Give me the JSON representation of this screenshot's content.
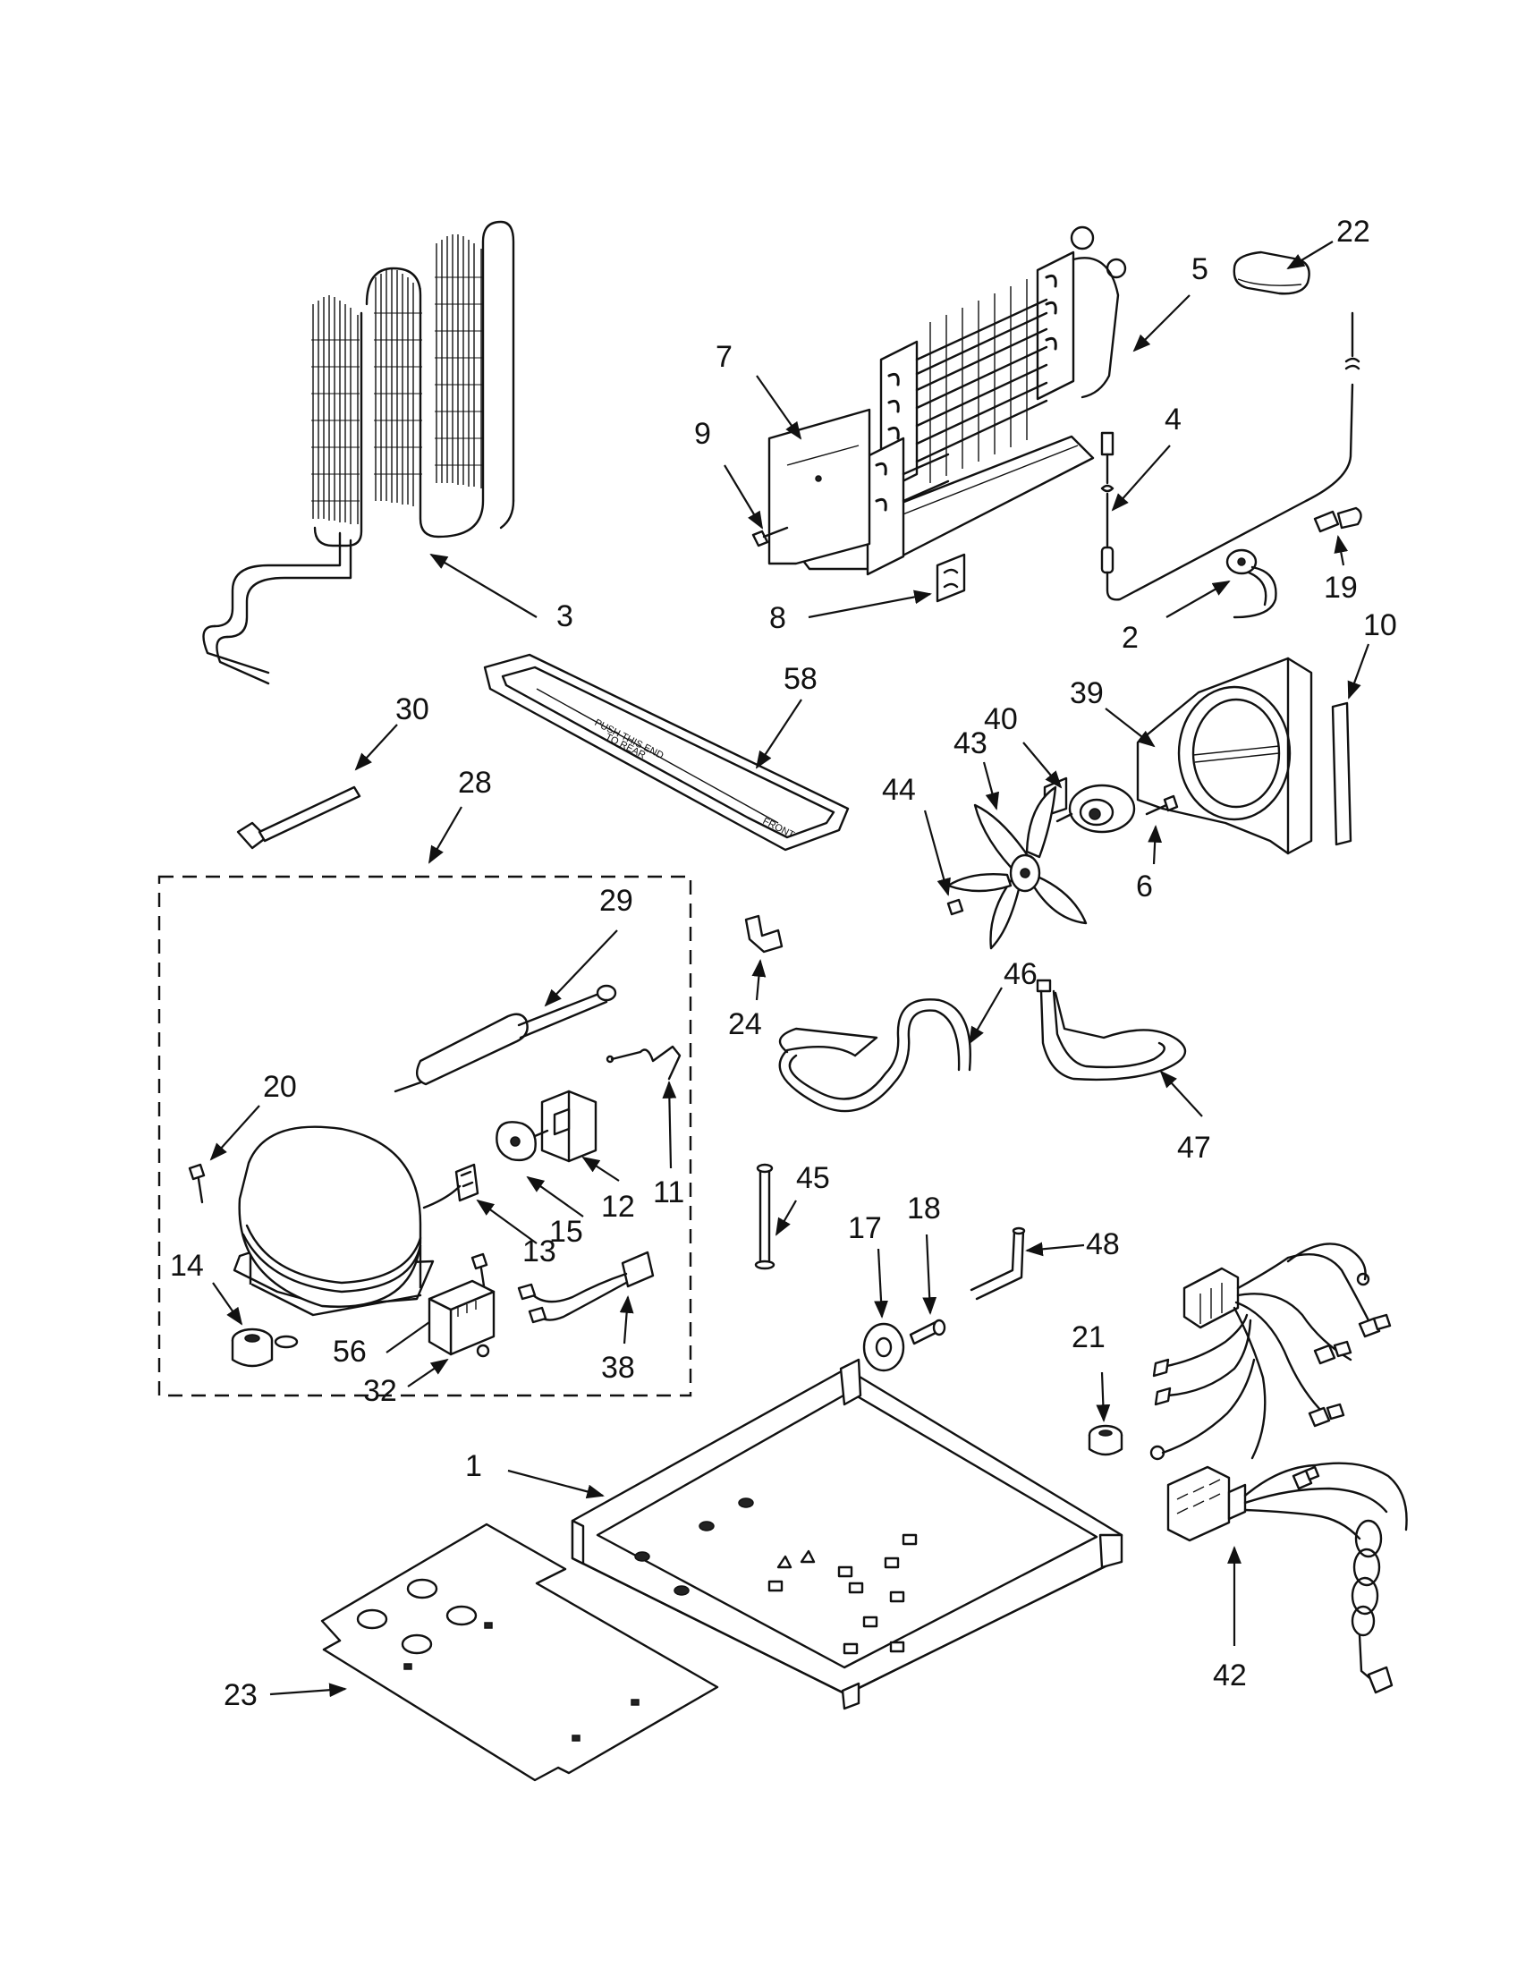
{
  "diagram": {
    "type": "exploded-parts-diagram",
    "callouts": [
      {
        "id": "1",
        "label": "1"
      },
      {
        "id": "2",
        "label": "2"
      },
      {
        "id": "3",
        "label": "3"
      },
      {
        "id": "4",
        "label": "4"
      },
      {
        "id": "5",
        "label": "5"
      },
      {
        "id": "6",
        "label": "6"
      },
      {
        "id": "7",
        "label": "7"
      },
      {
        "id": "8",
        "label": "8"
      },
      {
        "id": "9",
        "label": "9"
      },
      {
        "id": "10",
        "label": "10"
      },
      {
        "id": "11",
        "label": "11"
      },
      {
        "id": "12",
        "label": "12"
      },
      {
        "id": "13",
        "label": "13"
      },
      {
        "id": "14",
        "label": "14"
      },
      {
        "id": "15",
        "label": "15"
      },
      {
        "id": "17",
        "label": "17"
      },
      {
        "id": "18",
        "label": "18"
      },
      {
        "id": "19",
        "label": "19"
      },
      {
        "id": "20",
        "label": "20"
      },
      {
        "id": "21",
        "label": "21"
      },
      {
        "id": "22",
        "label": "22"
      },
      {
        "id": "23",
        "label": "23"
      },
      {
        "id": "24",
        "label": "24"
      },
      {
        "id": "28",
        "label": "28"
      },
      {
        "id": "29",
        "label": "29"
      },
      {
        "id": "30",
        "label": "30"
      },
      {
        "id": "32",
        "label": "32"
      },
      {
        "id": "38",
        "label": "38"
      },
      {
        "id": "39",
        "label": "39"
      },
      {
        "id": "40",
        "label": "40"
      },
      {
        "id": "42",
        "label": "42"
      },
      {
        "id": "43",
        "label": "43"
      },
      {
        "id": "44",
        "label": "44"
      },
      {
        "id": "45",
        "label": "45"
      },
      {
        "id": "46",
        "label": "46"
      },
      {
        "id": "47",
        "label": "47"
      },
      {
        "id": "48",
        "label": "48"
      },
      {
        "id": "56",
        "label": "56"
      },
      {
        "id": "58",
        "label": "58"
      }
    ],
    "tray_text": [
      "PUSH THIS END",
      "TO REAR",
      "FRONT"
    ]
  }
}
